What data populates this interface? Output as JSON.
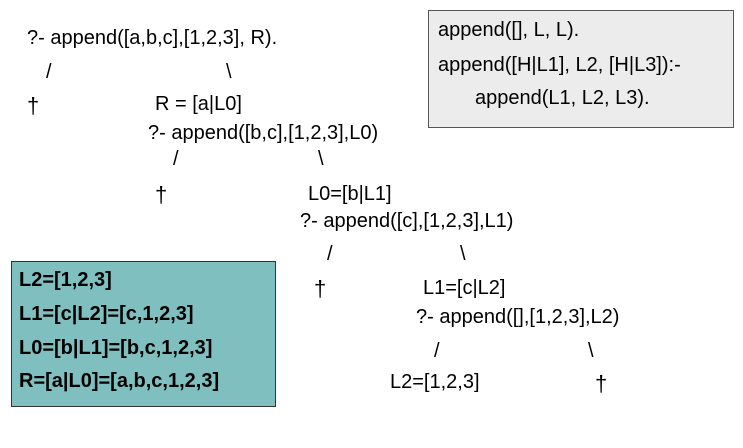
{
  "tree": {
    "root_query": "?- append([a,b,c],[1,2,3], R).",
    "l1": {
      "left_branch": "/",
      "right_branch": "\\",
      "fail": "†",
      "binding": "R = [a|L0]",
      "query": "?- append([b,c],[1,2,3],L0)"
    },
    "l2": {
      "left_branch": "/",
      "right_branch": "\\",
      "fail": "†",
      "binding": "L0=[b|L1]",
      "query": "?- append([c],[1,2,3],L1)"
    },
    "l3": {
      "left_branch": "/",
      "right_branch": "\\",
      "fail": "†",
      "binding": "L1=[c|L2]",
      "query": "?- append([],[1,2,3],L2)"
    },
    "l4": {
      "left_branch": "/",
      "right_branch": "\\",
      "success": "L2=[1,2,3]",
      "fail": "†"
    }
  },
  "rules": [
    "append([], L, L).",
    "append([H|L1], L2, [H|L3]):-",
    "append(L1, L2, L3)."
  ],
  "results": [
    "L2=[1,2,3]",
    "L1=[c|L2]=[c,1,2,3]",
    "L0=[b|L1]=[b,c,1,2,3]",
    "R=[a|L0]=[a,b,c,1,2,3]"
  ]
}
